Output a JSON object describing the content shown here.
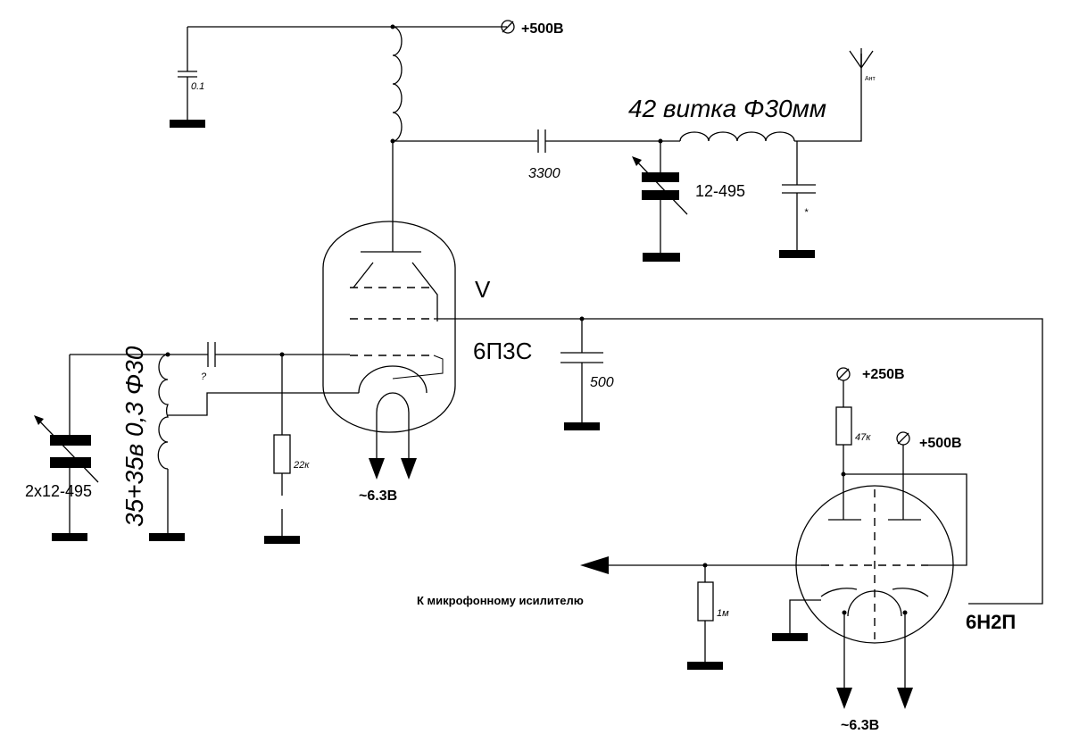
{
  "labels": {
    "supply_top": "+500В",
    "supply_250": "+250В",
    "supply_500_right": "+500В",
    "cap_01": "0.1",
    "cap_3300": "3300",
    "coil_top": "42 витка Φ30мм",
    "var_cap_tank": "12-495",
    "cap_star": "*",
    "antenna": "Ант",
    "tube1_type": "6П3С",
    "tube1_letter": "V",
    "cap_500": "500",
    "grid_cap": "?",
    "res_22k": "22к",
    "heater1": "~6.3В",
    "coil_left": "35+35в 0,3 Φ30",
    "var_cap_left": "2х12-495",
    "res_47k": "47к",
    "res_1m": "1м",
    "mic_amp": "К микрофонному исилителю",
    "tube2_type": "6Н2П",
    "heater2": "~6.3В"
  }
}
